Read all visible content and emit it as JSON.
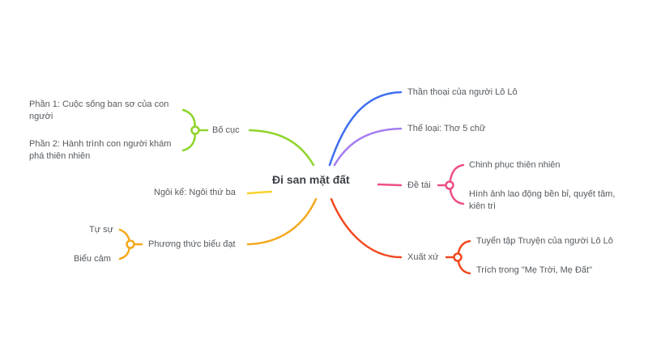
{
  "central": "Đi san mặt đất",
  "colors": {
    "green": "#8fd42a",
    "blue": "#3f6ff0",
    "purple": "#a57ef0",
    "pink": "#ef4e86",
    "red": "#f2491f",
    "yellow": "#f9d22e",
    "orange": "#f5a81c"
  },
  "branches": {
    "bo_cuc": {
      "label": "Bố cục",
      "children": [
        "Phần 1: Cuộc sống ban sơ của con người",
        "Phần 2: Hành trình con người khám phá thiên nhiên"
      ]
    },
    "ngoi_ke": {
      "label": "Ngôi kể: Ngôi thứ ba"
    },
    "phuong_thuc": {
      "label": "Phương thức biểu đạt",
      "children": [
        "Tự sự",
        "Biểu cảm"
      ]
    },
    "than_thoai": {
      "label": "Thần thoại của người Lô Lô"
    },
    "the_loai": {
      "label": "Thể loại: Thơ 5 chữ"
    },
    "de_tai": {
      "label": "Đề tài",
      "children": [
        "Chinh phục thiên nhiên",
        "Hình ảnh lao động bền bỉ, quyết tâm, kiên trì"
      ]
    },
    "xuat_xu": {
      "label": "Xuất xứ",
      "children": [
        "Tuyển tập Truyện của người Lô Lô",
        "Trích trong \"Mẹ Trời, Mẹ Đất\""
      ]
    }
  }
}
